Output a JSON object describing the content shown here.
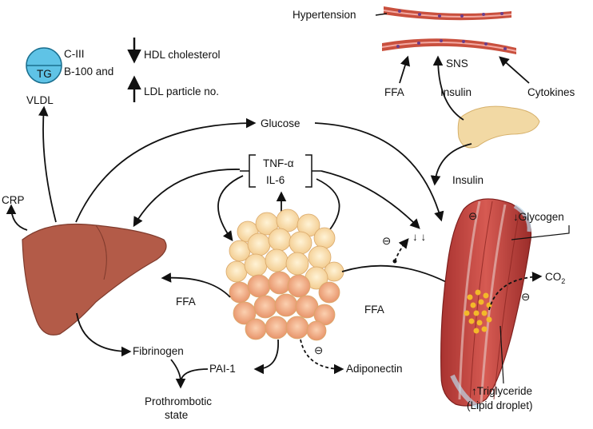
{
  "labels": {
    "hypertension": "Hypertension",
    "c_iii": "C-III",
    "b100": "B-100 and",
    "tg": "TG",
    "vldl": "VLDL",
    "hdl": "HDL cholesterol",
    "ldl": "LDL particle no.",
    "ffa_top": "FFA",
    "sns": "SNS",
    "insulin_top": "Insulin",
    "cytokines": "Cytokines",
    "glucose": "Glucose",
    "tnf": "TNF-α",
    "il6": "IL-6",
    "insulin_mid": "Insulin",
    "crp": "CRP",
    "glycogen": "↓Glycogen",
    "co2": "CO",
    "co2_sub": "2",
    "ffa_muscle": "FFA",
    "ffa_liver": "FFA",
    "fibrinogen": "Fibrinogen",
    "pai1": "PAI-1",
    "adiponectin": "Adiponectin",
    "prothrombotic_1": "Prothrombotic",
    "prothrombotic_2": "state",
    "triglyceride_1": "↑Triglyceride",
    "triglyceride_2": "(Lipid droplet)",
    "minus": "⊖",
    "down_arrows": "↓  ↓"
  },
  "colors": {
    "tg_fill": "#5fc3e6",
    "liver": "#b35b48",
    "pancreas": "#f2d9a4",
    "muscle": "#c8433f",
    "fat": "#f7d9a0",
    "fat_dark": "#e89a6a",
    "vessel": "#c9503e",
    "droplet": "#f3b92a"
  }
}
